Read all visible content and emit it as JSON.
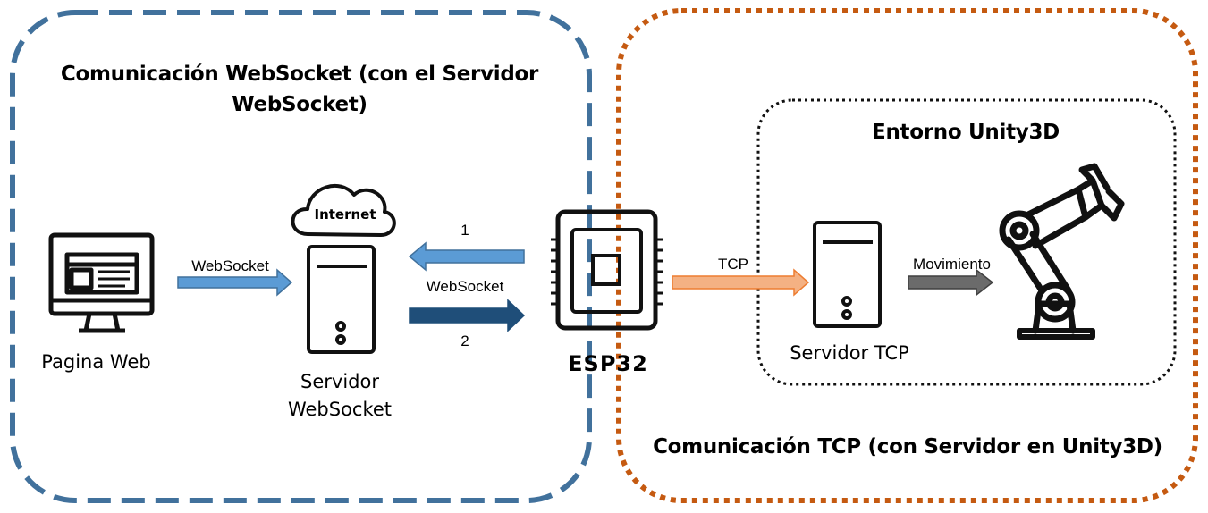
{
  "left_region": {
    "title": "Comunicación WebSocket (con el Servidor WebSocket)"
  },
  "right_region": {
    "title": "Comunicación TCP (con Servidor en Unity3D)"
  },
  "unity_region": {
    "title": "Entorno Unity3D"
  },
  "nodes": {
    "web_page": "Pagina Web",
    "ws_server": "Servidor WebSocket",
    "internet": "Internet",
    "esp32": "ESP32",
    "tcp_server": "Servidor TCP"
  },
  "edges": {
    "web_to_server": "WebSocket",
    "esp_to_server_num": "1",
    "websocket_mid": "WebSocket",
    "server_to_esp_num": "2",
    "tcp": "TCP",
    "movement": "Movimiento"
  },
  "colors": {
    "left_border": "#41719c",
    "right_border": "#c55a11",
    "arrow_light_blue": "#5b9bd5",
    "arrow_dark_blue": "#1f4e79",
    "arrow_orange": "#f4b183",
    "arrow_gray": "#595959"
  }
}
